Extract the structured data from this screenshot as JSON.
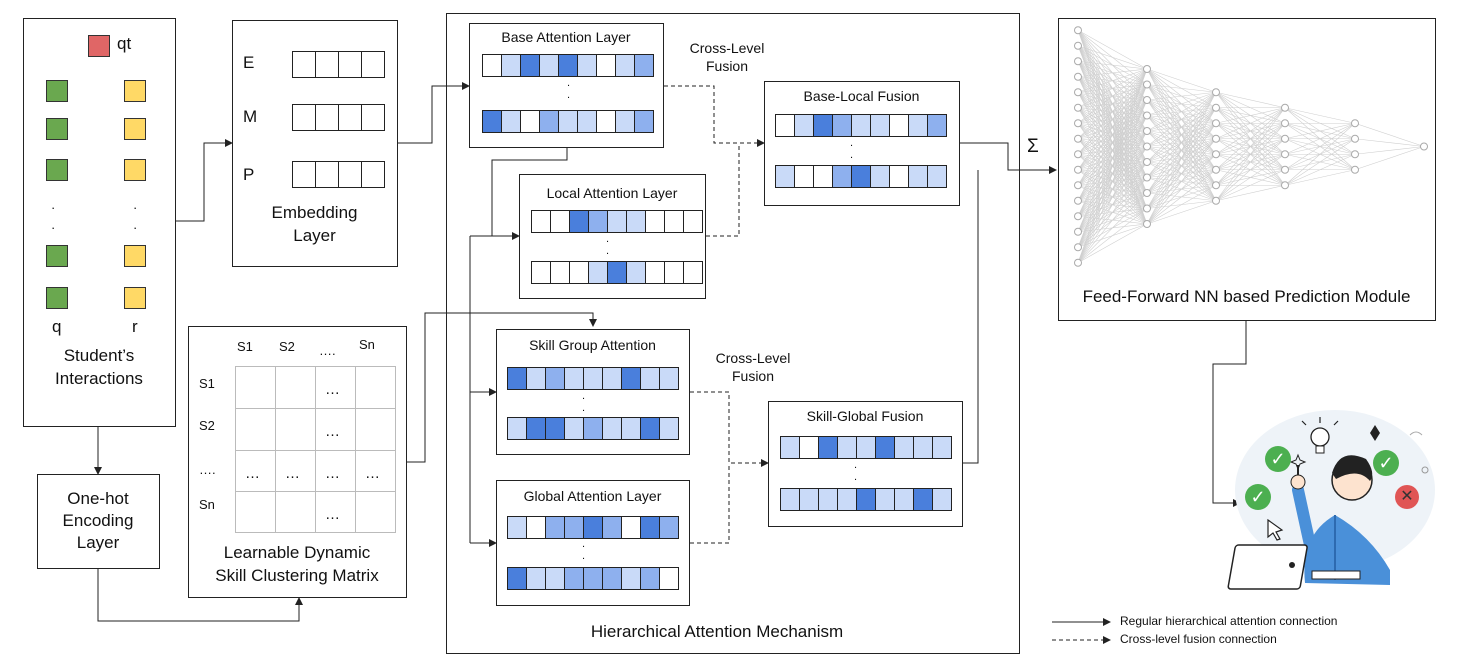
{
  "students_panel": {
    "qt_label": "qt",
    "q_label": "q",
    "r_label": "r",
    "title_line1": "Student’s",
    "title_line2": "Interactions",
    "dots": "·",
    "colors": {
      "qt": "#e06666",
      "q": "#6aa84f",
      "r": "#ffd966"
    }
  },
  "embedding": {
    "rows": [
      "E",
      "M",
      "P"
    ],
    "title_line1": "Embedding",
    "title_line2": "Layer"
  },
  "one_hot": {
    "line1": "One-hot",
    "line2": "Encoding",
    "line3": "Layer"
  },
  "skill_matrix": {
    "col_headers": [
      "S1",
      "S2",
      "….",
      "Sn"
    ],
    "row_headers": [
      "S1",
      "S2",
      "….",
      "Sn"
    ],
    "ellipsis": "…",
    "title_line1": "Learnable Dynamic",
    "title_line2": "Skill Clustering Matrix"
  },
  "hierarchical": {
    "title": "Hierarchical Attention Mechanism",
    "base": {
      "title": "Base Attention Layer"
    },
    "local": {
      "title": "Local Attention Layer"
    },
    "skill_group": {
      "title": "Skill Group Attention"
    },
    "global": {
      "title": "Global Attention Layer"
    },
    "base_local": {
      "title": "Base-Local Fusion"
    },
    "skill_global": {
      "title": "Skill-Global Fusion"
    },
    "cross_level_1": {
      "line1": "Cross-Level",
      "line2": "Fusion"
    },
    "cross_level_2": {
      "line1": "Cross-Level",
      "line2": "Fusion"
    },
    "dot": "."
  },
  "sum_symbol": "Σ",
  "ffnn": {
    "title": "Feed-Forward NN based Prediction Module",
    "layers": [
      16,
      11,
      8,
      6,
      4,
      1
    ]
  },
  "legend": {
    "solid": "Regular hierarchical attention connection",
    "dashed": "Cross-level fusion connection"
  },
  "palette": {
    "white": "#ffffff",
    "light": "#c9daf8",
    "mid": "#8eb0ee",
    "dark": "#4a7fdc",
    "line": "#222222"
  },
  "attention_patterns": {
    "base_top": [
      "white",
      "light",
      "dark",
      "light",
      "dark",
      "light",
      "white",
      "light",
      "mid"
    ],
    "base_bottom": [
      "dark",
      "light",
      "white",
      "mid",
      "light",
      "light",
      "white",
      "light",
      "mid"
    ],
    "local_top": [
      "white",
      "white",
      "dark",
      "mid",
      "light",
      "light",
      "white",
      "white",
      "white"
    ],
    "local_bottom": [
      "white",
      "white",
      "white",
      "light",
      "dark",
      "light",
      "white",
      "white",
      "white"
    ],
    "blf_top": [
      "white",
      "light",
      "dark",
      "mid",
      "light",
      "light",
      "white",
      "light",
      "mid"
    ],
    "blf_bottom": [
      "light",
      "white",
      "white",
      "mid",
      "dark",
      "light",
      "white",
      "light",
      "light"
    ],
    "sg_top": [
      "dark",
      "light",
      "mid",
      "light",
      "light",
      "light",
      "dark",
      "light",
      "light"
    ],
    "sg_bottom": [
      "light",
      "dark",
      "dark",
      "light",
      "mid",
      "light",
      "light",
      "dark",
      "light"
    ],
    "gl_top": [
      "light",
      "white",
      "mid",
      "mid",
      "dark",
      "mid",
      "white",
      "dark",
      "mid"
    ],
    "gl_bottom": [
      "dark",
      "light",
      "light",
      "mid",
      "mid",
      "mid",
      "light",
      "mid",
      "white"
    ],
    "sgf_top": [
      "light",
      "white",
      "dark",
      "light",
      "light",
      "dark",
      "light",
      "light",
      "light"
    ],
    "sgf_bottom": [
      "light",
      "light",
      "light",
      "light",
      "dark",
      "light",
      "light",
      "dark",
      "light"
    ]
  },
  "illustration": {
    "check_color": "#4caf50",
    "cross_color": "#e05555",
    "shirt_color": "#4a90d9"
  }
}
